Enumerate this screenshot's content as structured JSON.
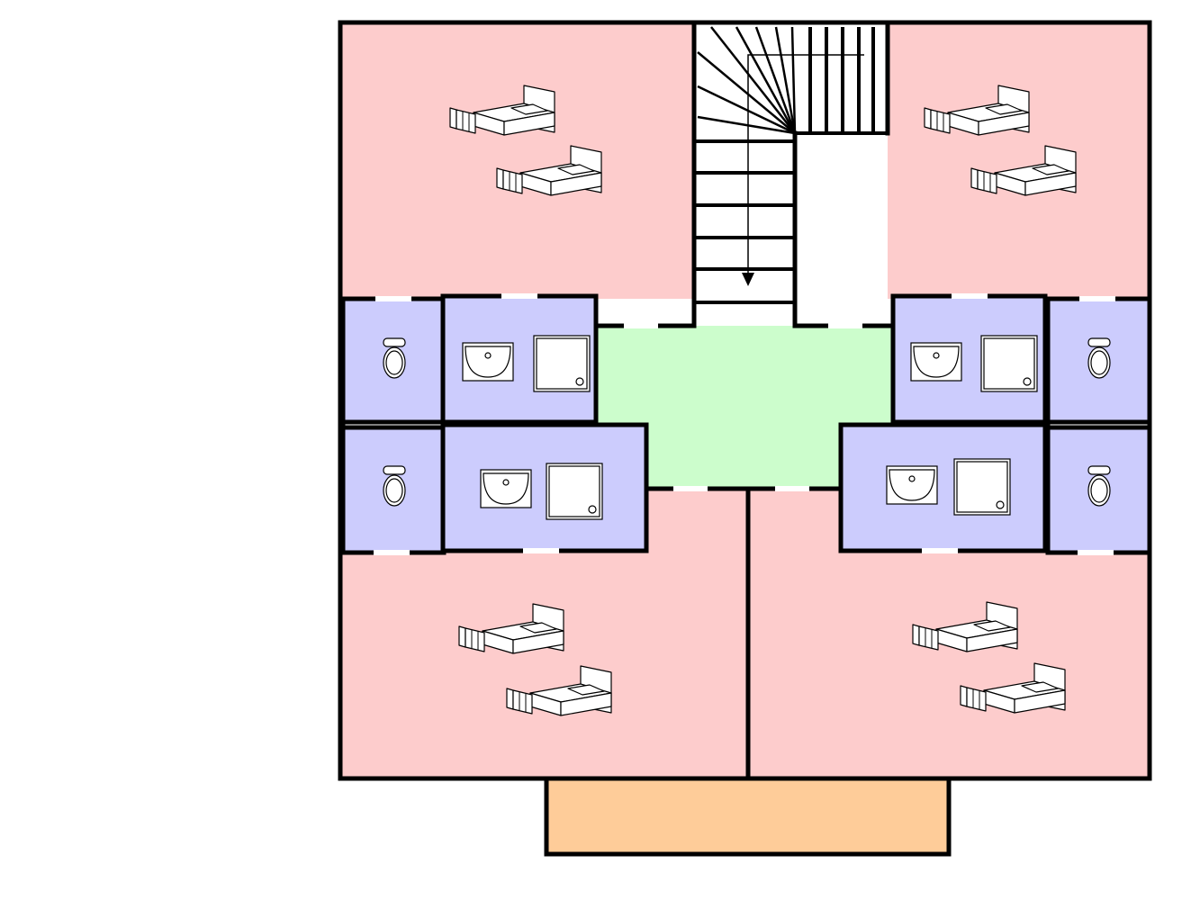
{
  "plan": {
    "colors": {
      "bedroom": "#fdcccc",
      "bathroom": "#ccccfd",
      "hallway": "#ccfdcc",
      "balcony": "#fecc99",
      "wall": "#000000",
      "background": "#ffffff"
    },
    "rooms": [
      {
        "kind": "bedroom",
        "beds": 2
      },
      {
        "kind": "bedroom",
        "beds": 2
      },
      {
        "kind": "bedroom",
        "beds": 2
      },
      {
        "kind": "bedroom",
        "beds": 2
      },
      {
        "kind": "bathroom",
        "fixtures": [
          "toilet-icon"
        ]
      },
      {
        "kind": "bathroom",
        "fixtures": [
          "sink-icon",
          "shower-icon"
        ]
      },
      {
        "kind": "bathroom",
        "fixtures": [
          "toilet-icon"
        ]
      },
      {
        "kind": "bathroom",
        "fixtures": [
          "sink-icon",
          "shower-icon"
        ]
      },
      {
        "kind": "bathroom",
        "fixtures": [
          "sink-icon",
          "shower-icon"
        ]
      },
      {
        "kind": "bathroom",
        "fixtures": [
          "toilet-icon"
        ]
      },
      {
        "kind": "bathroom",
        "fixtures": [
          "sink-icon",
          "shower-icon"
        ]
      },
      {
        "kind": "bathroom",
        "fixtures": [
          "toilet-icon"
        ]
      },
      {
        "kind": "hallway"
      },
      {
        "kind": "staircase",
        "icon": "stairs-down-arrow-icon"
      },
      {
        "kind": "balcony"
      }
    ]
  }
}
